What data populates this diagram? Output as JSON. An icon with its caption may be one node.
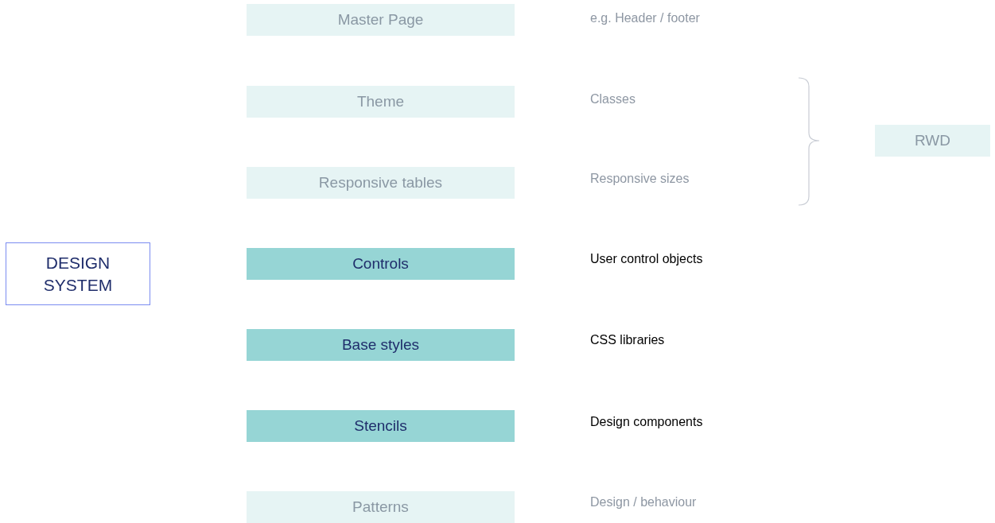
{
  "diagram": {
    "nodes": [
      {
        "text": [
          "DESIGN SYSTEM"
        ]
      },
      {
        "text": [
          "Master Page"
        ]
      },
      {
        "text": [
          "Theme"
        ]
      },
      {
        "text": [
          "Responsive tables"
        ]
      },
      {
        "text": [
          "Controls"
        ]
      },
      {
        "text": [
          "Base styles"
        ]
      },
      {
        "text": [
          "Stencils"
        ]
      },
      {
        "text": [
          "Patterns"
        ]
      },
      {
        "text": [
          "RWD"
        ]
      }
    ],
    "labels": [
      "e.g. Header / footer",
      "Classes",
      "Responsive sizes",
      "User control objects",
      "CSS libraries",
      "Design components",
      "Design / behaviour"
    ]
  }
}
